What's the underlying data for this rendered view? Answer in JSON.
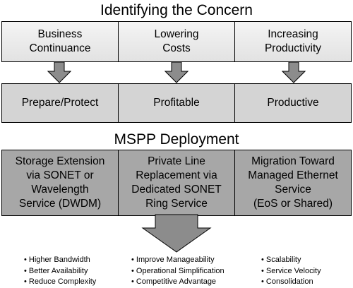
{
  "top_title": "Identifying the Concern",
  "concerns": [
    "Business\nContinuance",
    "Lowering\nCosts",
    "Increasing\nProductivity"
  ],
  "outcomes": [
    "Prepare/Protect",
    "Profitable",
    "Productive"
  ],
  "middle_title": "MSPP Deployment",
  "deployments": [
    "Storage Extension\nvia SONET or\nWavelength\nService (DWDM)",
    "Private Line\nReplacement via\nDedicated SONET\nRing Service",
    "Migration Toward\nManaged Ethernet\nService\n(EoS or Shared)"
  ],
  "benefits": [
    [
      "Higher Bandwidth",
      "Better Availability",
      "Reduce Complexity"
    ],
    [
      "Improve Manageability",
      "Operational Simplification",
      "Competitive Advantage"
    ],
    [
      "Scalability",
      "Service Velocity",
      "Consolidation"
    ]
  ],
  "colors": {
    "row1_fill": "#ececec",
    "row2_fill": "#d4d4d4",
    "row3_fill": "#a7a7a7",
    "arrow_fill": "#8c8c8c"
  }
}
